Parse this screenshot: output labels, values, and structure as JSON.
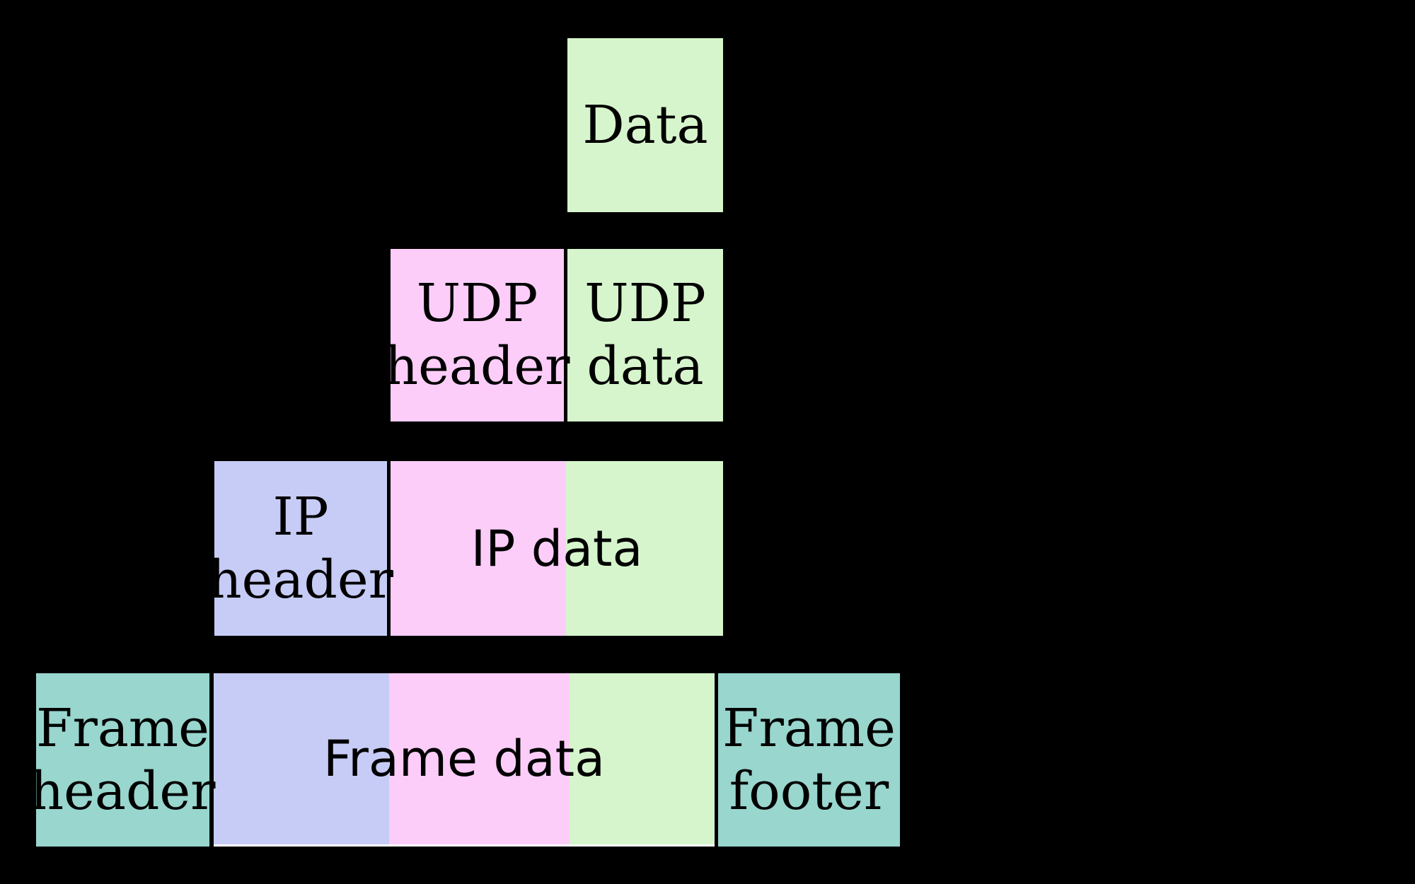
{
  "colors": {
    "background": "#000000",
    "text": "#000000",
    "green": "#d6f5cc",
    "pink": "#fccdf9",
    "lavender": "#c7ccf6",
    "teal": "#98d6ce",
    "frame_bottom_line": "#ffffff"
  },
  "layers": {
    "application": {
      "data_label": "Data"
    },
    "transport": {
      "udp_header_label": "UDP\nheader",
      "udp_data_label": "UDP\ndata"
    },
    "internet": {
      "ip_header_label": "IP\nheader",
      "ip_data_label": "IP data"
    },
    "link": {
      "frame_header_label": "Frame\nheader",
      "frame_data_label": "Frame data",
      "frame_footer_label": "Frame\nfooter"
    }
  }
}
